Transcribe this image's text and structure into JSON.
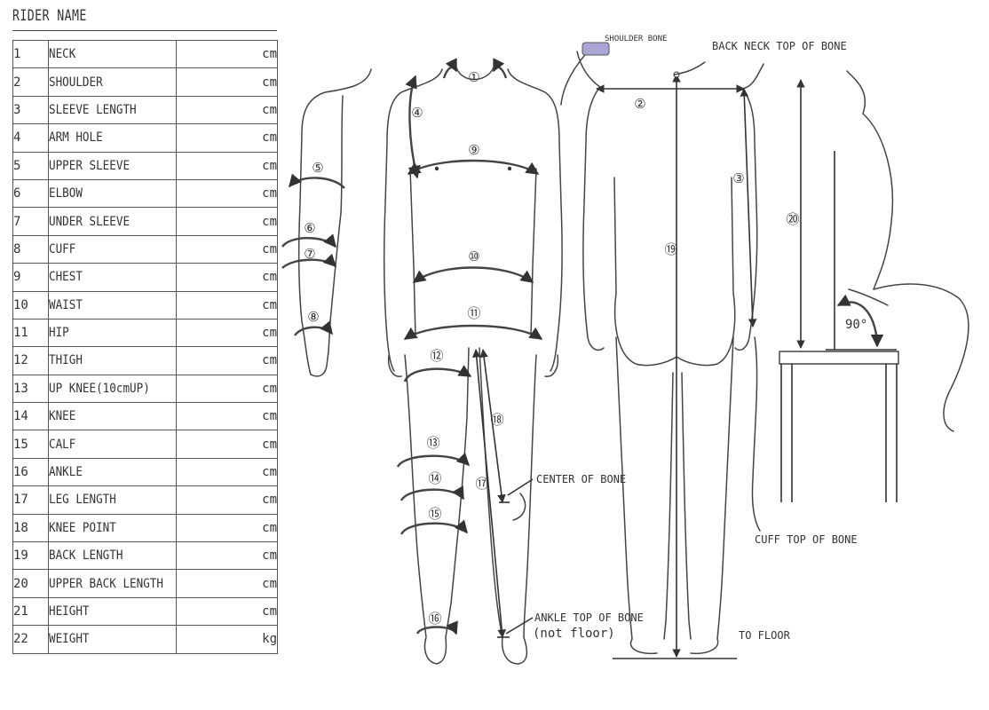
{
  "header": {
    "rider_name": "RIDER NAME"
  },
  "measurements": [
    {
      "num": "1",
      "label": "NECK",
      "unit": "cm"
    },
    {
      "num": "2",
      "label": "SHOULDER",
      "unit": "cm"
    },
    {
      "num": "3",
      "label": "SLEEVE LENGTH",
      "unit": "cm"
    },
    {
      "num": "4",
      "label": "ARM HOLE",
      "unit": "cm"
    },
    {
      "num": "5",
      "label": "UPPER SLEEVE",
      "unit": "cm"
    },
    {
      "num": "6",
      "label": "ELBOW",
      "unit": "cm"
    },
    {
      "num": "7",
      "label": "UNDER SLEEVE",
      "unit": "cm"
    },
    {
      "num": "8",
      "label": "CUFF",
      "unit": "cm"
    },
    {
      "num": "9",
      "label": "CHEST",
      "unit": "cm"
    },
    {
      "num": "10",
      "label": "WAIST",
      "unit": "cm"
    },
    {
      "num": "11",
      "label": "HIP",
      "unit": "cm"
    },
    {
      "num": "12",
      "label": "THIGH",
      "unit": "cm"
    },
    {
      "num": "13",
      "label": "UP KNEE(10cmUP)",
      "unit": "cm"
    },
    {
      "num": "14",
      "label": "KNEE",
      "unit": "cm"
    },
    {
      "num": "15",
      "label": "CALF",
      "unit": "cm"
    },
    {
      "num": "16",
      "label": "ANKLE",
      "unit": "cm"
    },
    {
      "num": "17",
      "label": "LEG LENGTH",
      "unit": "cm"
    },
    {
      "num": "18",
      "label": "KNEE POINT",
      "unit": "cm"
    },
    {
      "num": "19",
      "label": "BACK LENGTH",
      "unit": "cm"
    },
    {
      "num": "20",
      "label": "UPPER BACK LENGTH",
      "unit": "cm"
    },
    {
      "num": "21",
      "label": "HEIGHT",
      "unit": "cm"
    },
    {
      "num": "22",
      "label": "WEIGHT",
      "unit": "kg"
    }
  ],
  "annotations": {
    "shoulder_bone": "SHOULDER BONE",
    "back_neck": "BACK NECK  TOP OF BONE",
    "center_of_bone": "CENTER OF BONE",
    "ankle_top": "ANKLE  TOP OF BONE",
    "not_floor": "(not floor)",
    "to_floor": "TO FLOOR",
    "cuff_top": "CUFF  TOP OF BONE",
    "angle": "90°"
  },
  "markers": {
    "m1": "①",
    "m2": "②",
    "m3": "③",
    "m4": "④",
    "m5": "⑤",
    "m6": "⑥",
    "m7": "⑦",
    "m8": "⑧",
    "m9": "⑨",
    "m10": "⑩",
    "m11": "⑪",
    "m12": "⑫",
    "m13": "⑬",
    "m14": "⑭",
    "m15": "⑮",
    "m16": "⑯",
    "m17": "⑰",
    "m18": "⑱",
    "m19": "⑲",
    "m20": "⑳"
  },
  "colors": {
    "shoulder_bone_highlight": "#a9a6d6",
    "ink": "#333333"
  }
}
